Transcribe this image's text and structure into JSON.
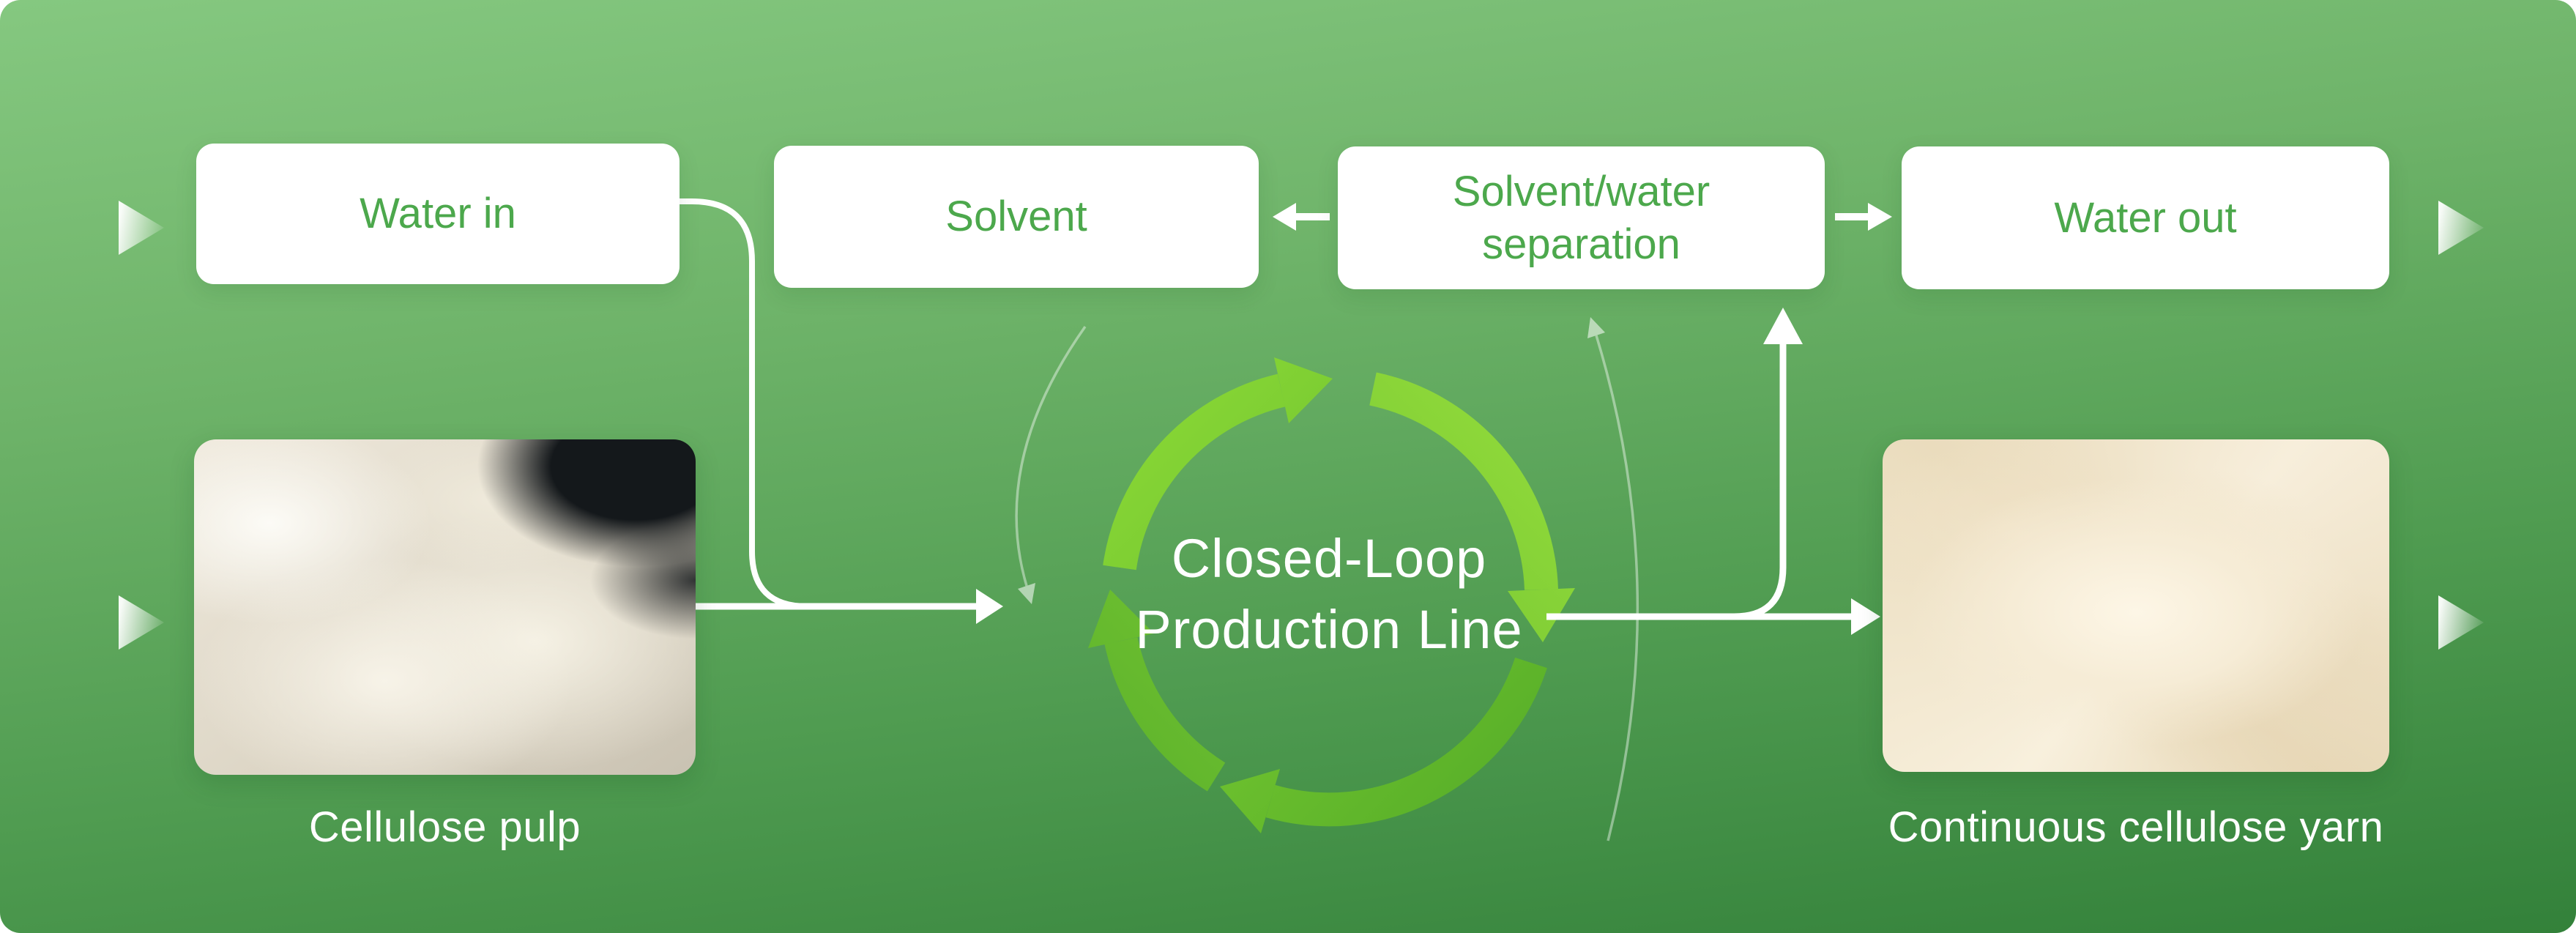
{
  "diagram": {
    "boxes": [
      {
        "id": "water-in",
        "label": "Water in"
      },
      {
        "id": "solvent",
        "label": "Solvent"
      },
      {
        "id": "solvent-water-separation",
        "label": "Solvent/water separation"
      },
      {
        "id": "water-out",
        "label": "Water out"
      }
    ],
    "center": {
      "line1": "Closed-Loop",
      "line2": "Production Line"
    },
    "photos": [
      {
        "id": "cellulose-pulp",
        "caption": "Cellulose pulp"
      },
      {
        "id": "continuous-cellulose-yarn",
        "caption": "Continuous cellulose yarn"
      }
    ],
    "colors": {
      "background_top": "#85C880",
      "background_bottom": "#33813A",
      "box_background": "#FFFFFF",
      "box_text_green": "#4CA84C",
      "arrow_white": "#FFFFFF",
      "loop_green_light": "#8BD936",
      "loop_green_dark": "#55AD28",
      "faint_arc_white": "rgba(255,255,255,0.45)",
      "caption_text": "#FFFFFF"
    },
    "icons": {
      "edge_marker": "chevron-right-icon",
      "flow_connector": "flow-arrow-icon",
      "loop_arrow": "cycle-arrow-icon",
      "faint_loop_arrow": "faint-cycle-arrow-icon"
    }
  }
}
